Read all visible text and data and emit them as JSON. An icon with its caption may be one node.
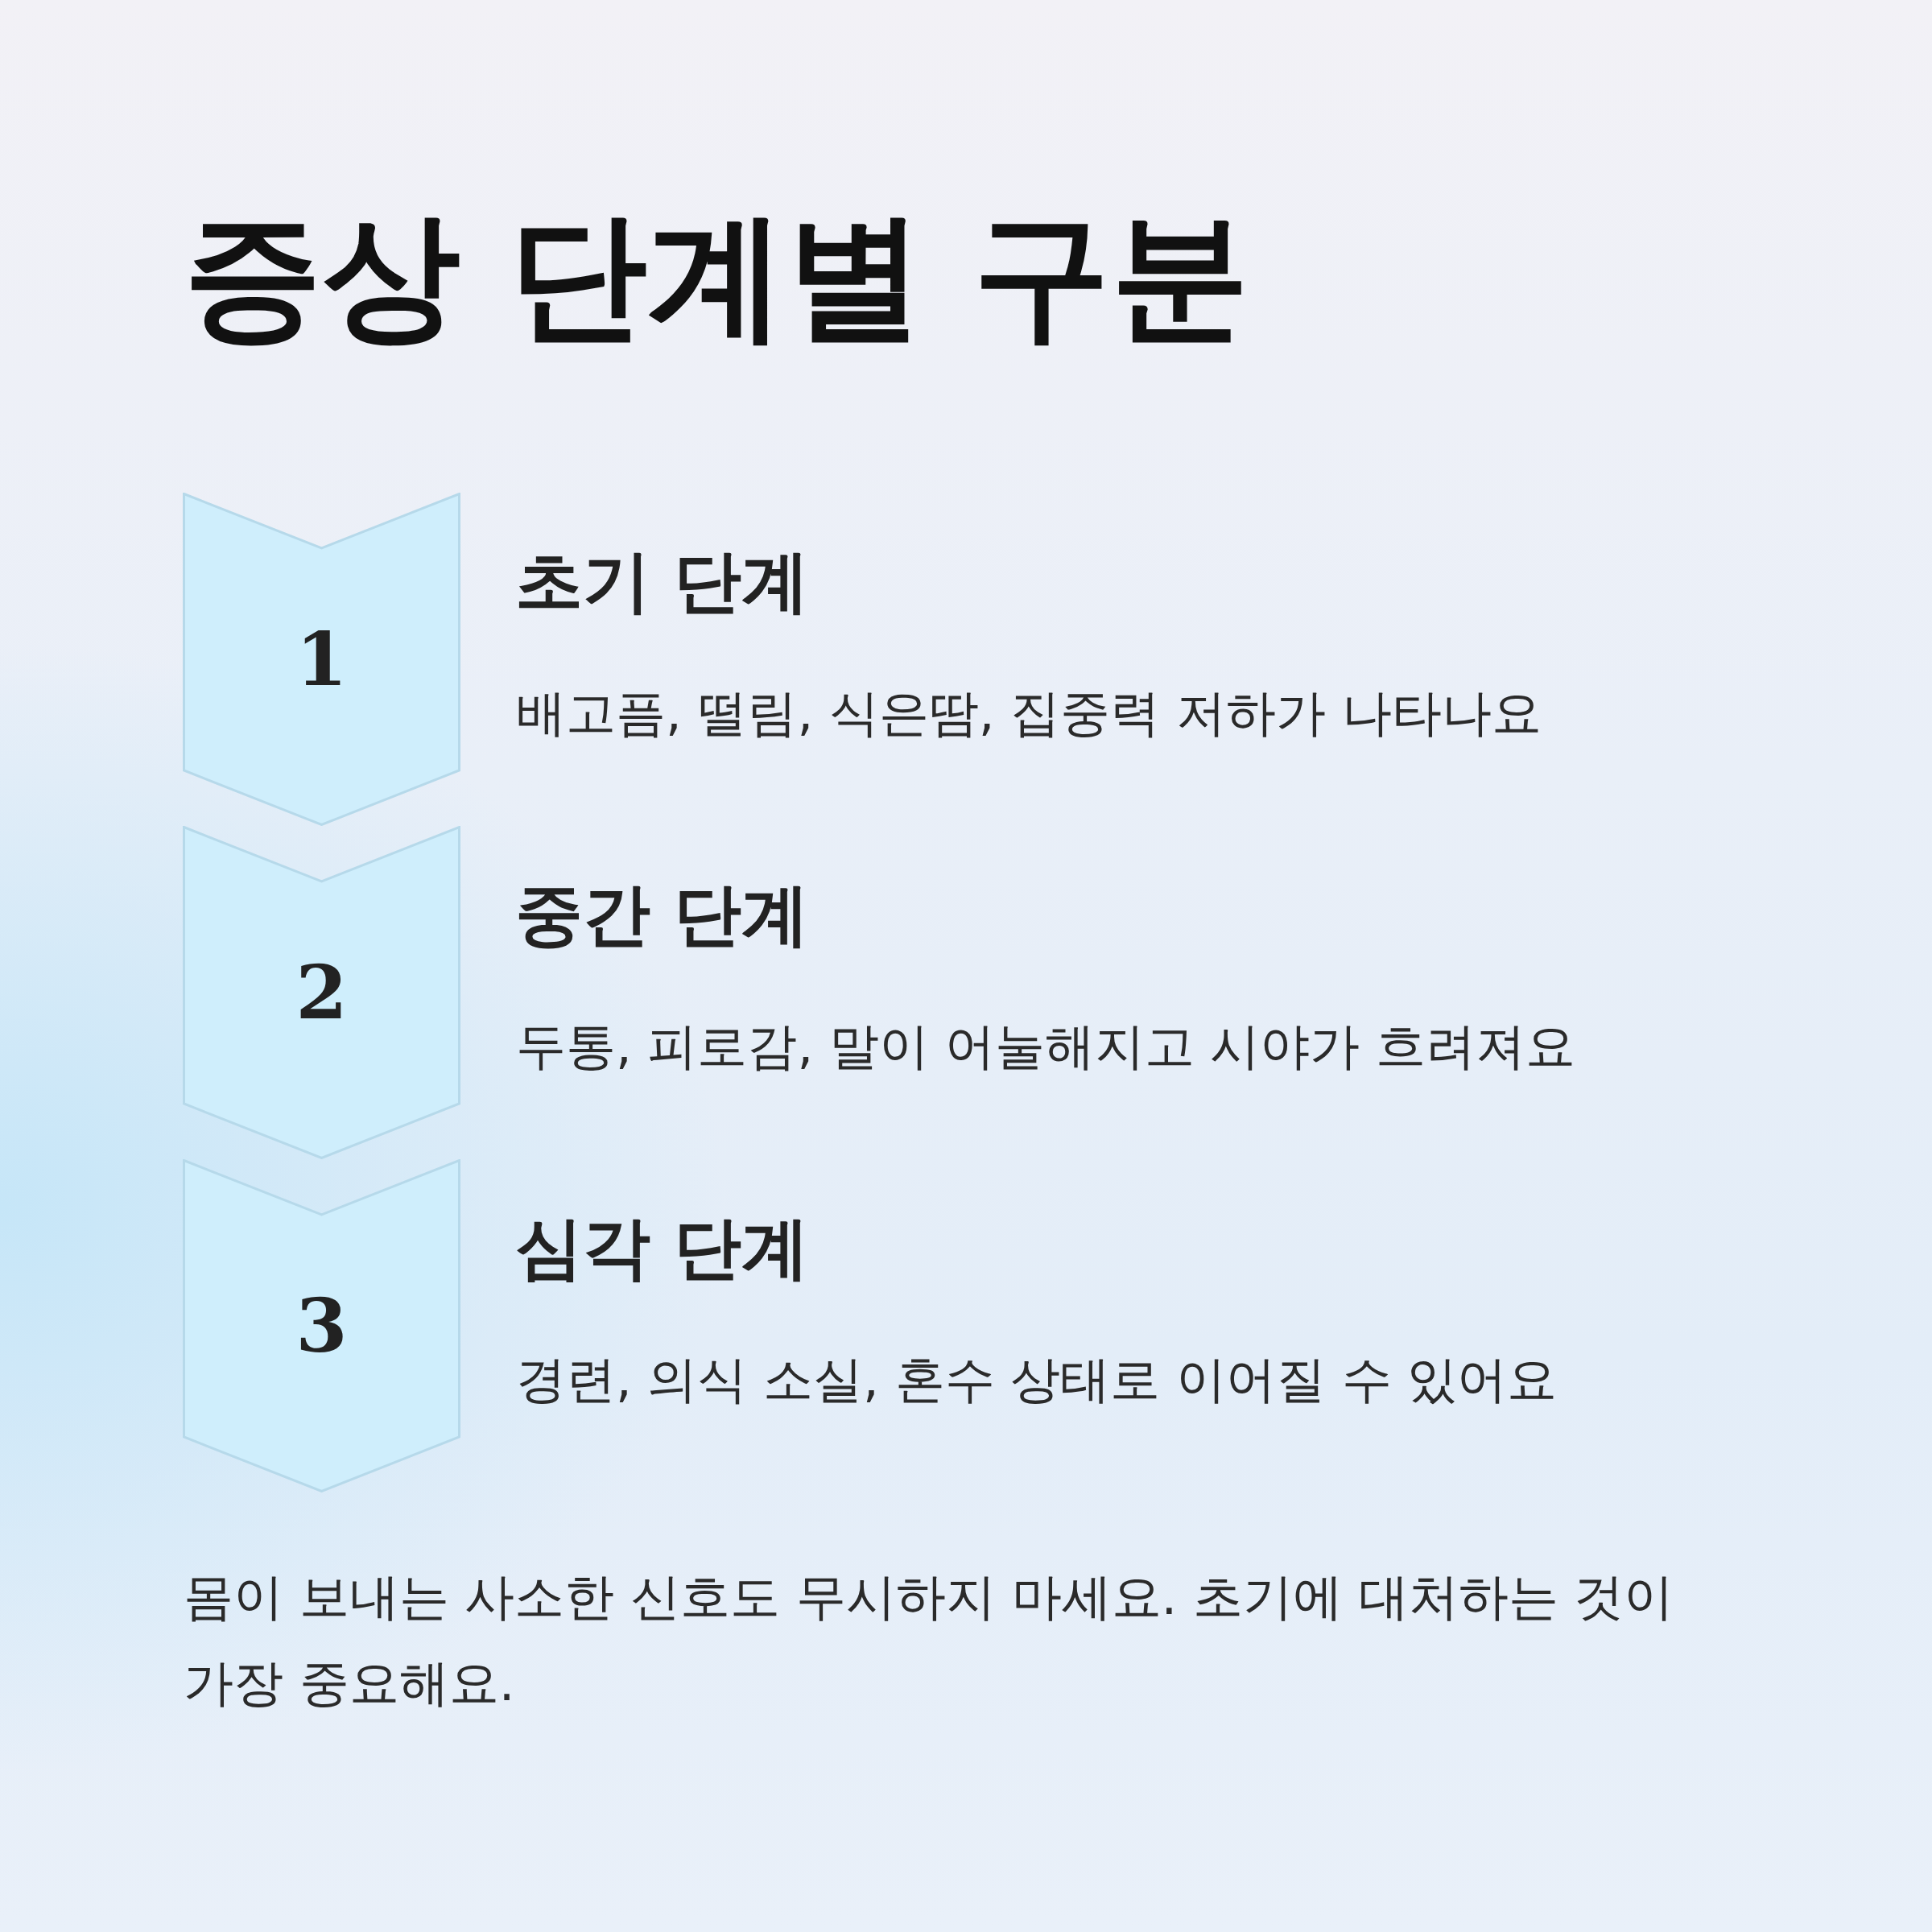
{
  "diagram": {
    "title": "증상 단계별 구분",
    "nodes": [
      {
        "text": [
          "1"
        ],
        "beside": [
          "초기 단계",
          "배고픔, 떨림, 식은땀, 집중력 저하가 나타나요"
        ]
      },
      {
        "text": [
          "2"
        ],
        "beside": [
          "중간 단계",
          "두통, 피로감, 말이 어눌해지고 시야가 흐려져요"
        ]
      },
      {
        "text": [
          "3"
        ],
        "beside": [
          "심각 단계",
          "경련, 의식 소실, 혼수 상태로 이어질 수 있어요"
        ]
      }
    ],
    "labels": [
      "몸이 보내는 사소한 신호도 무시하지 마세요. 초기에 대처하는 것이 가장 중요해요."
    ]
  }
}
